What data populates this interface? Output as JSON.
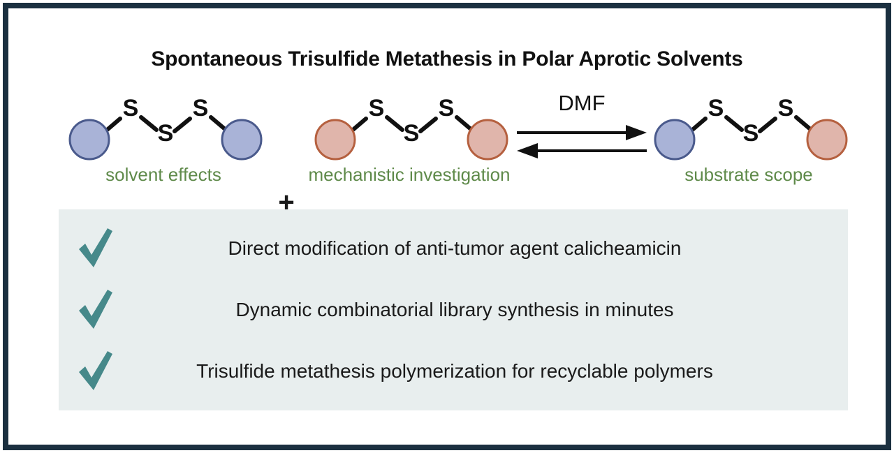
{
  "poster": {
    "title": "Spontaneous Trisulfide Metathesis in Polar Aprotic Solvents",
    "frame_color": "#1b3040",
    "background": "#ffffff"
  },
  "scheme": {
    "plus_symbol": "+",
    "reagent_label": "DMF",
    "arrow_style": "equilibrium-double-arrow",
    "sulfur_label": "S",
    "colors": {
      "blue_fill": "#a9b3d7",
      "blue_stroke": "#4a5a8c",
      "salmon_fill": "#e0b5ab",
      "salmon_stroke": "#b5603f",
      "bond_stroke": "#111111",
      "caption_green": "#5f8a4a"
    },
    "molecules": [
      {
        "id": "reactant-a",
        "caption": "solvent effects",
        "left_group_color": "blue",
        "right_group_color": "blue",
        "sulfur_count": 3
      },
      {
        "id": "reactant-b",
        "caption": "mechanistic investigation",
        "left_group_color": "salmon",
        "right_group_color": "salmon",
        "sulfur_count": 3
      },
      {
        "id": "product",
        "caption": "substrate scope",
        "left_group_color": "blue",
        "right_group_color": "salmon",
        "sulfur_count": 3
      }
    ]
  },
  "highlights": {
    "panel_color": "#e8eeee",
    "check_color": "#46898a",
    "check_glyph": "check-mark-icon",
    "items": [
      {
        "text": "Direct modification of anti-tumor agent calicheamicin"
      },
      {
        "text": "Dynamic combinatorial library synthesis in minutes"
      },
      {
        "text": "Trisulfide metathesis polymerization for recyclable polymers"
      }
    ]
  }
}
